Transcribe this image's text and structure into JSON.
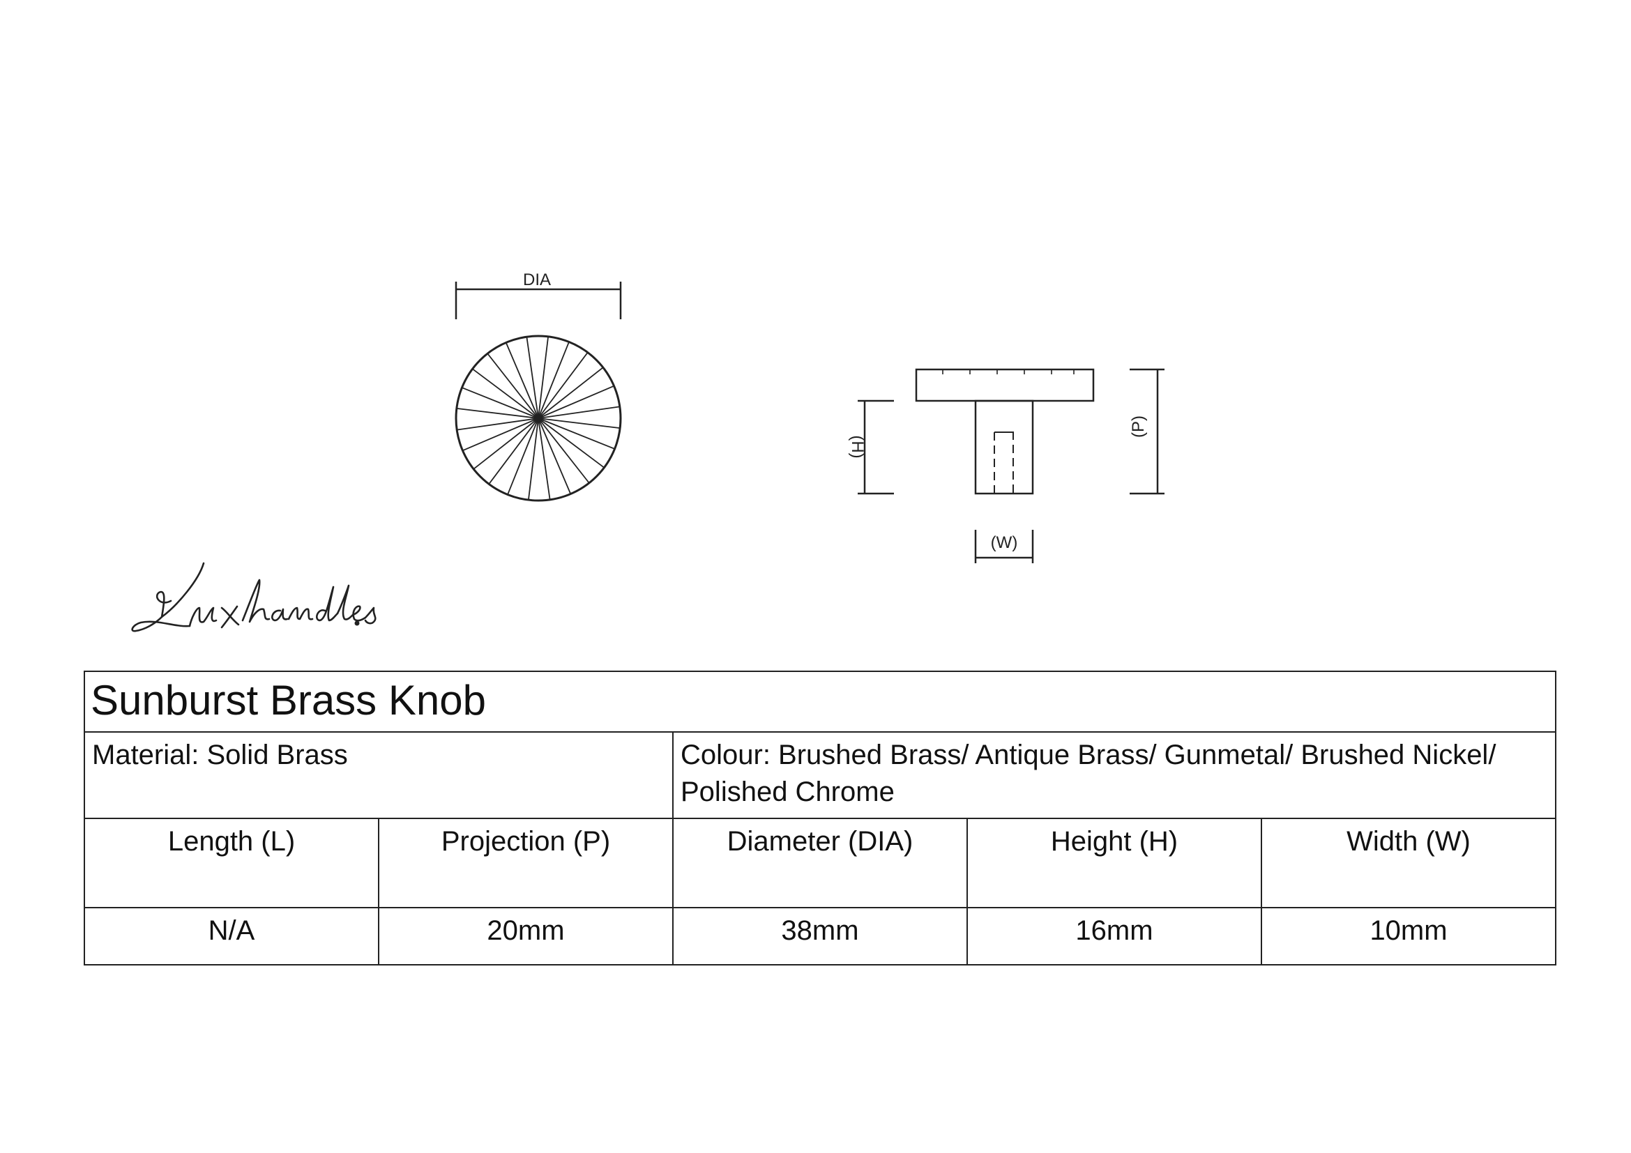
{
  "drawing": {
    "dia_label": "DIA",
    "h_label": "(H)",
    "p_label": "(P)",
    "w_label": "(W)",
    "line_color": "#222222"
  },
  "brand": {
    "signature_text": "Luxhandles."
  },
  "spec": {
    "title": "Sunburst Brass Knob",
    "material": "Material: Solid Brass",
    "colour": "Colour: Brushed Brass/ Antique Brass/ Gunmetal/ Brushed Nickel/ Polished Chrome",
    "columns": [
      "Length (L)",
      "Projection (P)",
      "Diameter (DIA)",
      "Height (H)",
      "Width (W)"
    ],
    "values": [
      "N/A",
      "20mm",
      "38mm",
      "16mm",
      "10mm"
    ]
  }
}
